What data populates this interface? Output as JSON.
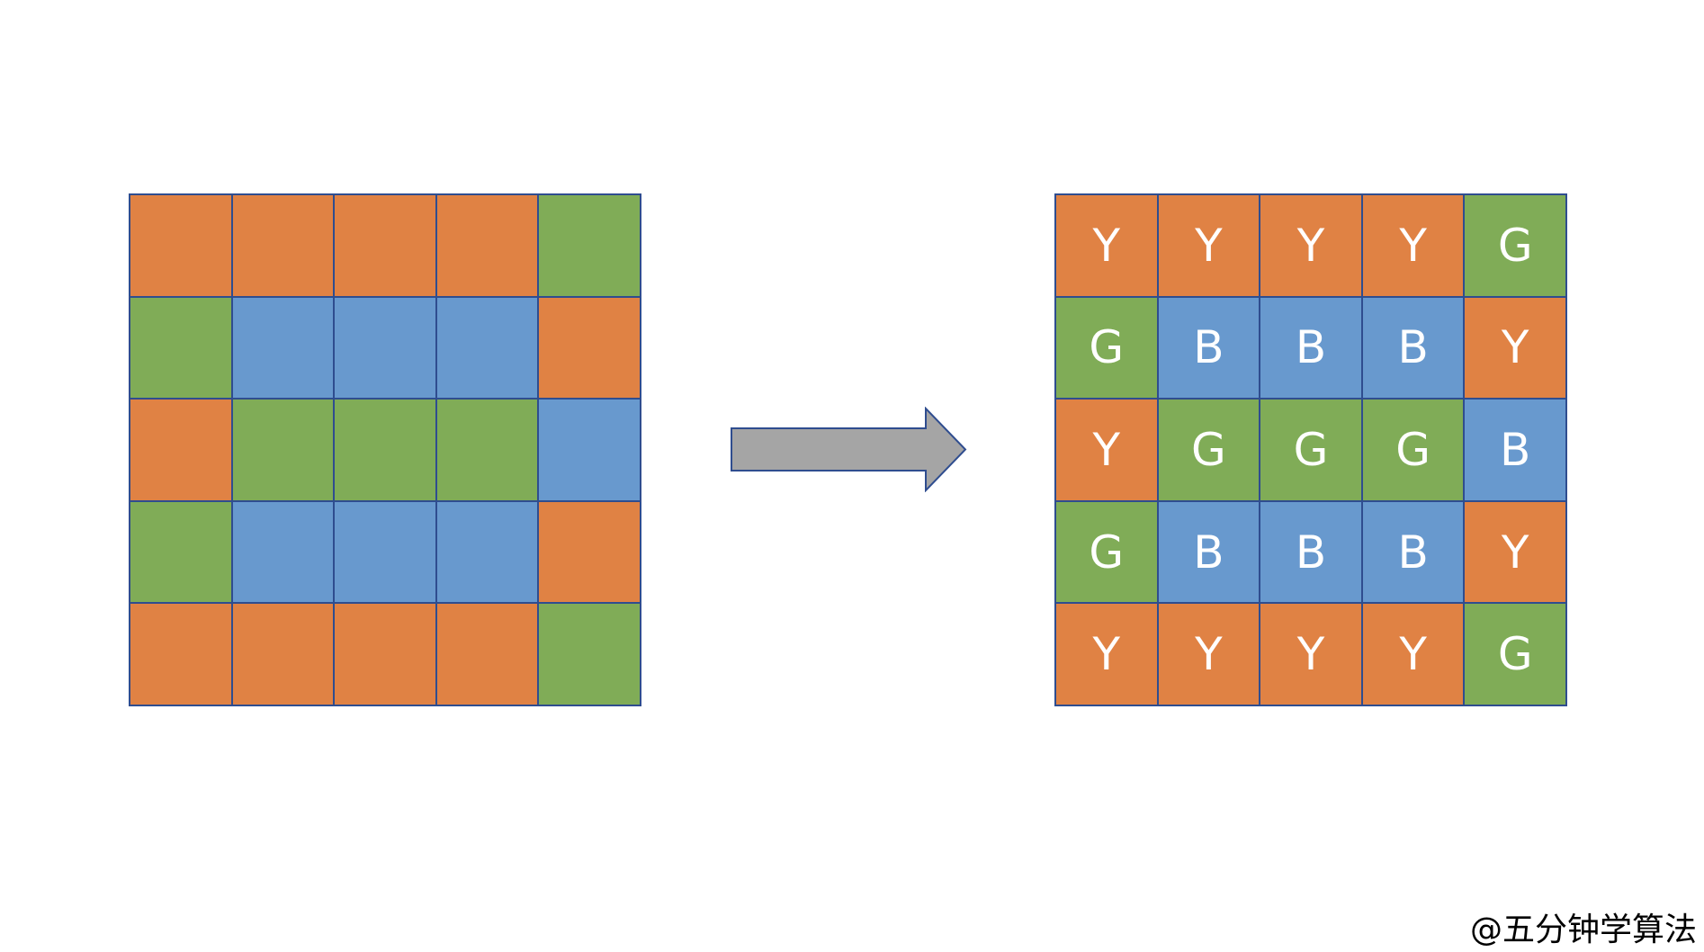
{
  "colors": {
    "Y": "#e08244",
    "G": "#80ac57",
    "B": "#6899ce",
    "border": "#2f4d8f",
    "arrow_fill": "#a5a5a5",
    "letter": "#ffffff"
  },
  "left_grid": {
    "rows": [
      [
        "Y",
        "Y",
        "Y",
        "Y",
        "G"
      ],
      [
        "G",
        "B",
        "B",
        "B",
        "Y"
      ],
      [
        "Y",
        "G",
        "G",
        "G",
        "B"
      ],
      [
        "G",
        "B",
        "B",
        "B",
        "Y"
      ],
      [
        "Y",
        "Y",
        "Y",
        "Y",
        "G"
      ]
    ]
  },
  "right_grid": {
    "rows": [
      [
        "Y",
        "Y",
        "Y",
        "Y",
        "G"
      ],
      [
        "G",
        "B",
        "B",
        "B",
        "Y"
      ],
      [
        "Y",
        "G",
        "G",
        "G",
        "B"
      ],
      [
        "G",
        "B",
        "B",
        "B",
        "Y"
      ],
      [
        "Y",
        "Y",
        "Y",
        "Y",
        "G"
      ]
    ]
  },
  "arrow": {
    "icon": "right-arrow-icon"
  },
  "watermark": {
    "text": "@五分钟学算法"
  }
}
